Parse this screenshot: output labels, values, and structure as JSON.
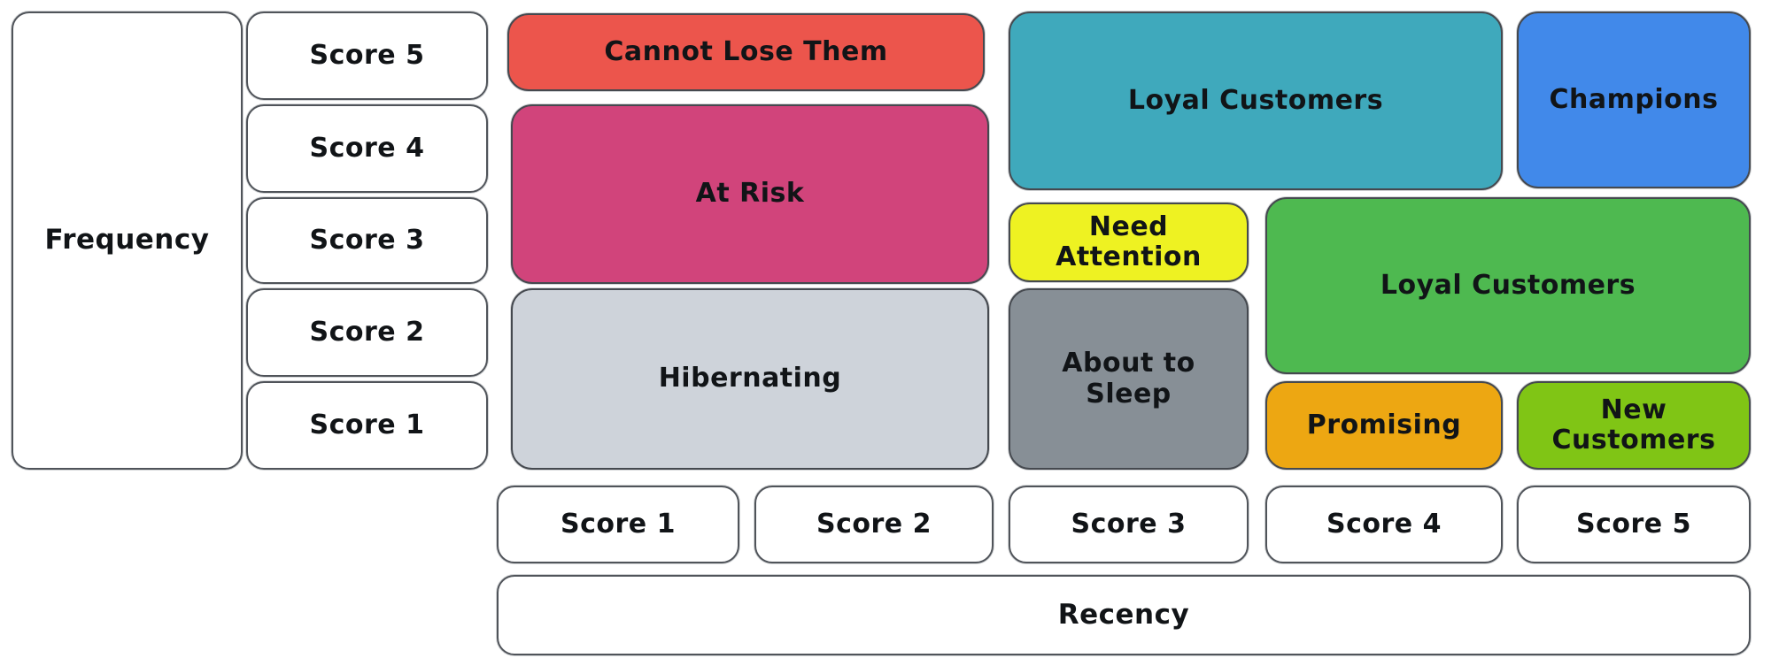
{
  "colors": {
    "background": "#ffffff",
    "box_border": "#45494f",
    "label_text": "#111417",
    "white_box_fill": "#ffffff"
  },
  "frequency_axis": {
    "label": "Frequency",
    "scores": [
      "Score 5",
      "Score 4",
      "Score 3",
      "Score 2",
      "Score 1"
    ]
  },
  "recency_axis": {
    "label": "Recency",
    "scores": [
      "Score 1",
      "Score 2",
      "Score 3",
      "Score 4",
      "Score 5"
    ]
  },
  "segments": [
    {
      "label": "Cannot Lose Them",
      "color": "#ec554c",
      "recency_scores": "1-2",
      "frequency_scores": "5"
    },
    {
      "label": "At Risk",
      "color": "#d1447b",
      "recency_scores": "1-2",
      "frequency_scores": "3-4"
    },
    {
      "label": "Hibernating",
      "color": "#ced3da",
      "recency_scores": "1-2",
      "frequency_scores": "1-2"
    },
    {
      "label": "Loyal Customers",
      "color": "#3fa9bc",
      "recency_scores": "3-4",
      "frequency_scores": "4-5"
    },
    {
      "label": "Champions",
      "color": "#4189ea",
      "recency_scores": "5",
      "frequency_scores": "4-5"
    },
    {
      "label": "Need Attention",
      "color": "#eef222",
      "recency_scores": "3",
      "frequency_scores": "3"
    },
    {
      "label": "Loyal Customers",
      "color": "#4eb950",
      "recency_scores": "4-5",
      "frequency_scores": "2-3"
    },
    {
      "label": "About to Sleep",
      "color": "#878f96",
      "recency_scores": "3",
      "frequency_scores": "1-2"
    },
    {
      "label": "Promising",
      "color": "#eda712",
      "recency_scores": "4",
      "frequency_scores": "1"
    },
    {
      "label": "New Customers",
      "color": "#80c515",
      "recency_scores": "5",
      "frequency_scores": "1"
    }
  ]
}
